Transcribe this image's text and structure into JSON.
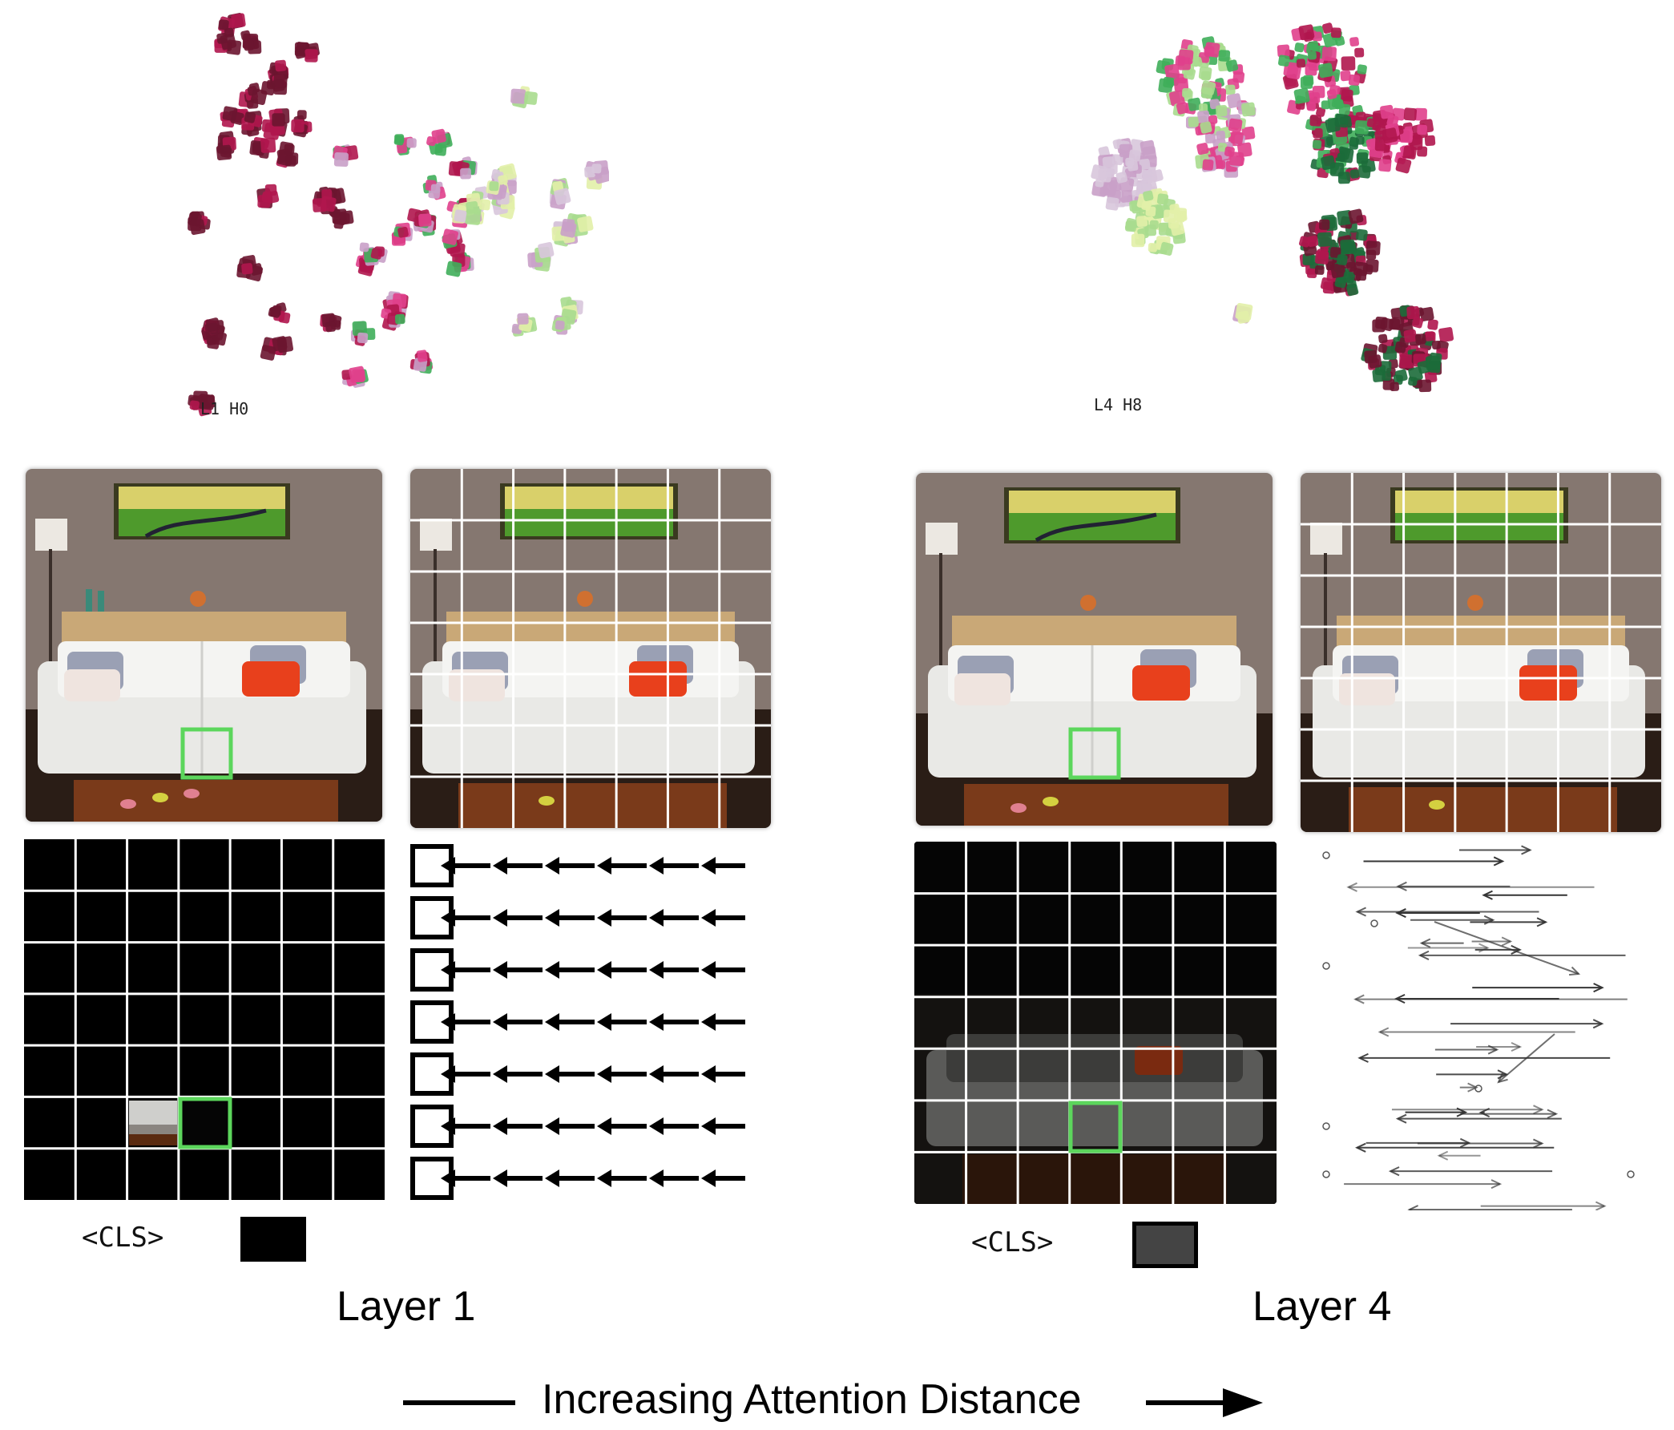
{
  "panels": [
    {
      "id": "layer1",
      "head_label": "L1 H0",
      "cls_label": "<CLS>",
      "cls_swatch_color": "#000000",
      "title": "Layer 1"
    },
    {
      "id": "layer4",
      "head_label": "L4 H8",
      "cls_label": "<CLS>",
      "cls_swatch_color": "#444444",
      "title": "Layer 4"
    }
  ],
  "footer": {
    "label": "Increasing Attention Distance"
  },
  "colors": {
    "highlight_green": "#5cd65c",
    "dark_maroon": "#6b1530",
    "crimson": "#b0164e",
    "pink": "#e0408c",
    "light_mauve": "#c9a0c8",
    "pale_lavender": "#d8c6dc",
    "dark_green": "#1c6b3a",
    "green": "#3fae5a",
    "light_green": "#a8dc8e",
    "pale_yellow_green": "#e2f0a8"
  }
}
